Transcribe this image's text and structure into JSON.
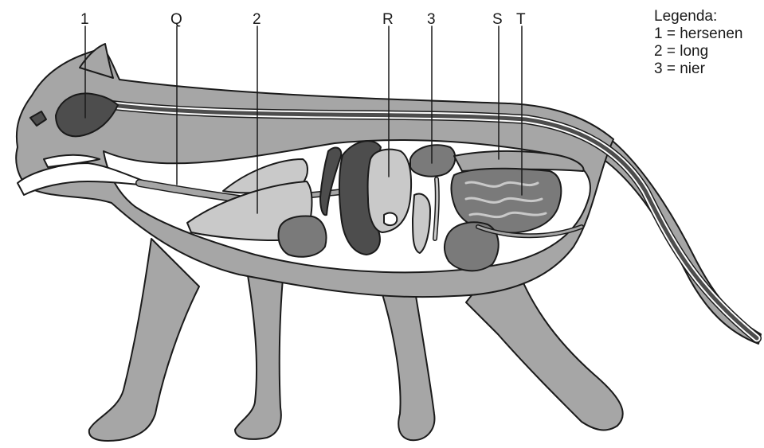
{
  "diagram": {
    "labels": {
      "l1": "1",
      "q": "Q",
      "l2": "2",
      "r": "R",
      "l3": "3",
      "s": "S",
      "t": "T"
    },
    "legend": {
      "title": "Legenda:",
      "items": [
        "1 = hersenen",
        "2 = long",
        "3 = nier"
      ]
    },
    "colors": {
      "body": "#a6a6a6",
      "dark_organ": "#4d4d4d",
      "mid_organ": "#7a7a7a",
      "light_organ": "#c9c9c9",
      "cavity": "#ffffff",
      "outline": "#1a1a1a"
    }
  }
}
